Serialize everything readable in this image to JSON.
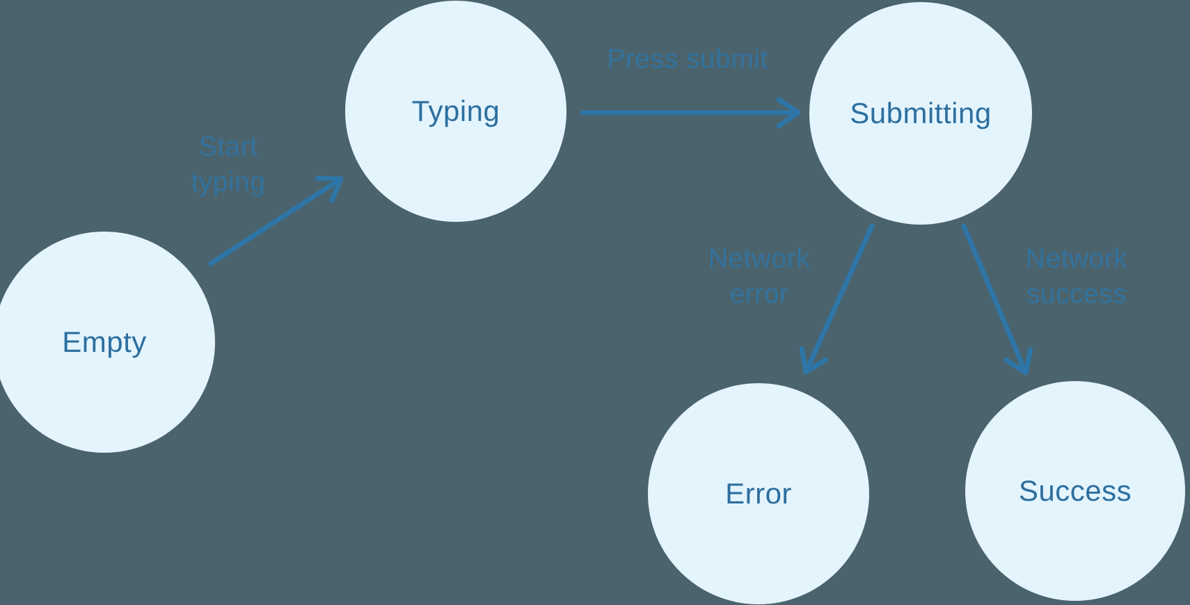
{
  "diagram": {
    "type": "state-machine",
    "nodes": [
      {
        "id": "empty",
        "label": "Empty"
      },
      {
        "id": "typing",
        "label": "Typing"
      },
      {
        "id": "submitting",
        "label": "Submitting"
      },
      {
        "id": "error",
        "label": "Error"
      },
      {
        "id": "success",
        "label": "Success"
      }
    ],
    "edges": [
      {
        "from": "empty",
        "to": "typing",
        "label": "Start typing"
      },
      {
        "from": "typing",
        "to": "submitting",
        "label": "Press submit"
      },
      {
        "from": "submitting",
        "to": "error",
        "label": "Network error"
      },
      {
        "from": "submitting",
        "to": "success",
        "label": "Network success"
      }
    ],
    "colors": {
      "background": "#4a636d",
      "node_fill": "#e4f4fd",
      "node_text": "#2d6f9f",
      "arrow": "#2e76a8",
      "edge_label": "#2e76a8"
    }
  }
}
